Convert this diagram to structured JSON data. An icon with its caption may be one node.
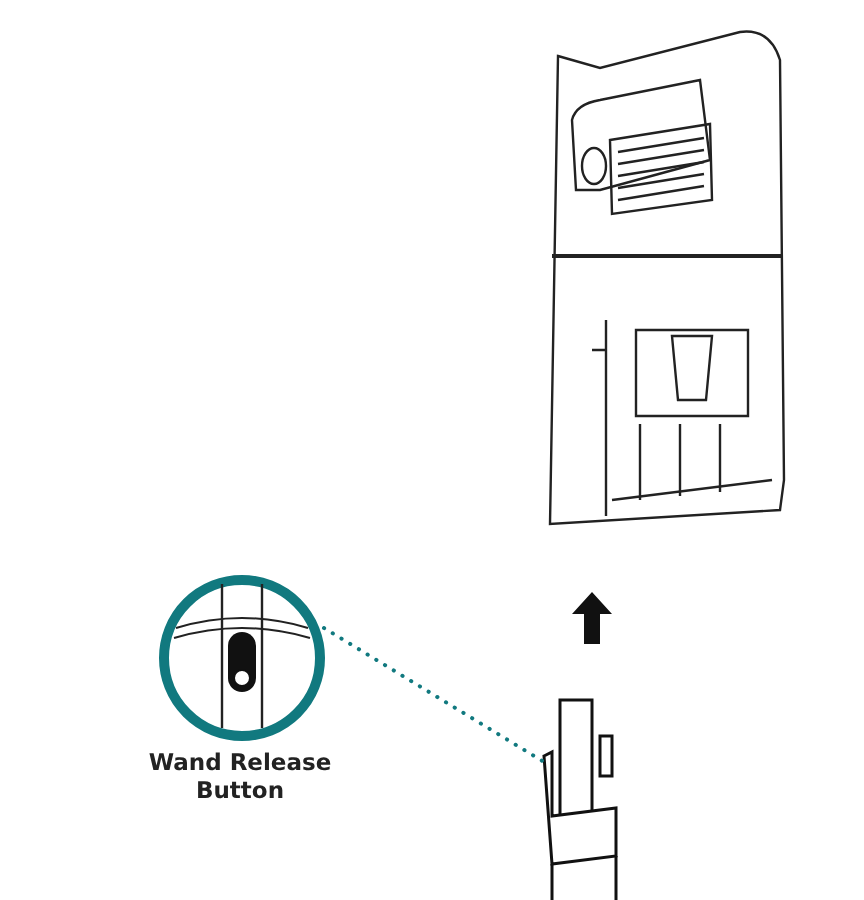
{
  "diagram": {
    "nodes": [
      {
        "text": [
          "Wand Release Button"
        ]
      },
      {
        "text": [],
        "shape": "picture"
      }
    ],
    "edges": [
      {
        "from": 0,
        "to": 1,
        "arrow": "none",
        "style": "dashed",
        "color": "#11797f"
      }
    ]
  }
}
